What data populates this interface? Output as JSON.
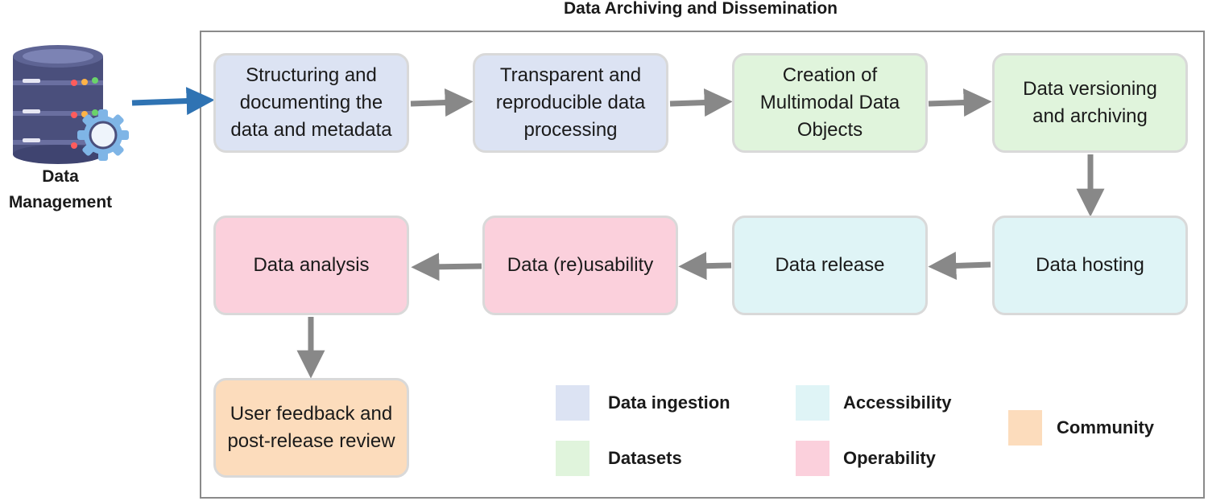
{
  "title": "Data Archiving and Dissemination",
  "source": {
    "label_line1": "Data",
    "label_line2": "Management",
    "icon": "database-gear-icon"
  },
  "steps": [
    {
      "id": "structuring",
      "label": "Structuring and\ndocumenting the\ndata and metadata",
      "category": "ingestion"
    },
    {
      "id": "processing",
      "label": "Transparent and\nreproducible data\nprocessing",
      "category": "ingestion"
    },
    {
      "id": "creation",
      "label": "Creation of\nMultimodal Data\nObjects",
      "category": "datasets"
    },
    {
      "id": "versioning",
      "label": "Data versioning\nand archiving",
      "category": "datasets"
    },
    {
      "id": "hosting",
      "label": "Data hosting",
      "category": "accessibility"
    },
    {
      "id": "release",
      "label": "Data release",
      "category": "accessibility"
    },
    {
      "id": "reusability",
      "label": "Data (re)usability",
      "category": "operability"
    },
    {
      "id": "analysis",
      "label": "Data analysis",
      "category": "operability"
    },
    {
      "id": "feedback",
      "label": "User feedback and\npost-release review",
      "category": "community"
    }
  ],
  "legend": [
    {
      "key": "ingestion",
      "label": "Data ingestion",
      "color": "#dce3f3"
    },
    {
      "key": "datasets",
      "label": "Datasets",
      "color": "#e0f4dc"
    },
    {
      "key": "accessibility",
      "label": "Accessibility",
      "color": "#dff4f6"
    },
    {
      "key": "operability",
      "label": "Operability",
      "color": "#fbd0dc"
    },
    {
      "key": "community",
      "label": "Community",
      "color": "#fcdcbc"
    }
  ],
  "colors": {
    "arrow": "#888888",
    "source_arrow": "#2f73b3",
    "frame": "#8a8a8a"
  }
}
